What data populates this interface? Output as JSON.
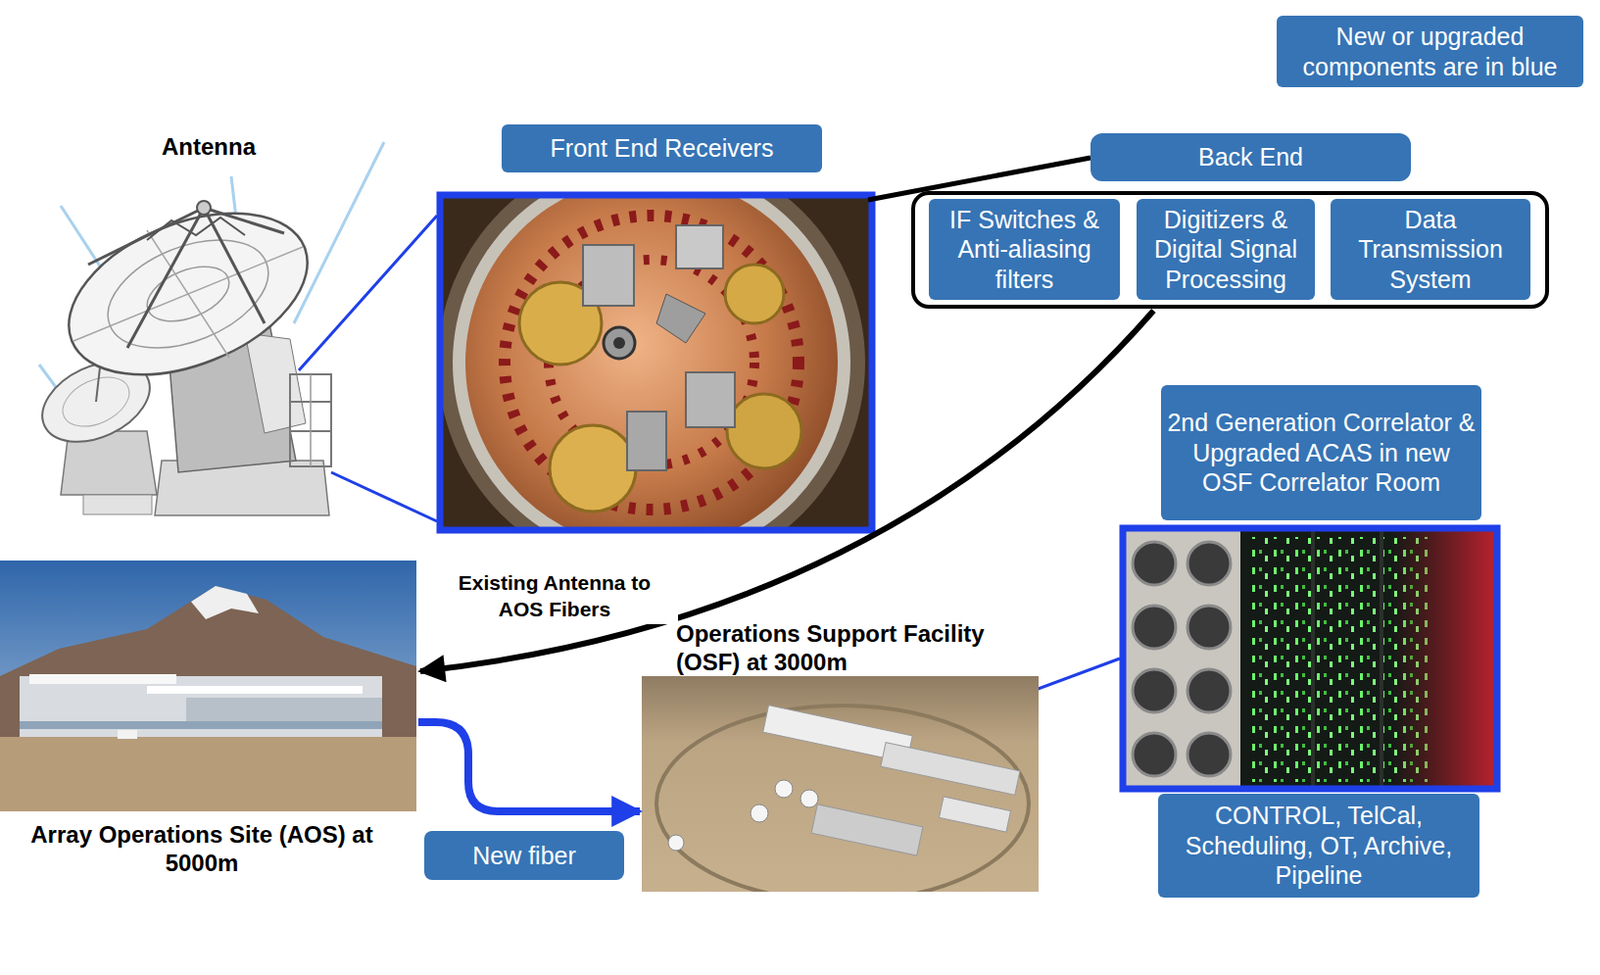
{
  "diagram": {
    "nodes": [
      {
        "text": [
          "New or upgraded components are in blue"
        ]
      },
      {
        "text": [
          "Front End Receivers"
        ]
      },
      {
        "text": [
          "Back End"
        ]
      },
      {
        "text": [
          "IF Switches & Anti-aliasing filters"
        ],
        "in": 2
      },
      {
        "text": [
          "Digitizers & Digital Signal Processing"
        ],
        "in": 2
      },
      {
        "text": [
          "Data Transmission System"
        ],
        "in": 2
      },
      {
        "text": [
          "2nd Generation Correlator & Upgraded ACAS in new OSF Correlator Room"
        ]
      },
      {
        "text": [
          "Array Operations Site (AOS) at 5000m"
        ]
      },
      {
        "text": [
          "Operations Support Facility (OSF) at 3000m"
        ]
      },
      {
        "text": [
          "CONTROL, TelCal, Scheduling, OT, Archive, Pipeline"
        ]
      }
    ],
    "edges": [
      {
        "from": 2,
        "to": 7,
        "arrow": "to",
        "label": "Existing Antenna to AOS Fibers"
      },
      {
        "from": 7,
        "to": 8,
        "arrow": "to",
        "label": "New fiber"
      }
    ],
    "labels": [
      "Antenna"
    ]
  }
}
